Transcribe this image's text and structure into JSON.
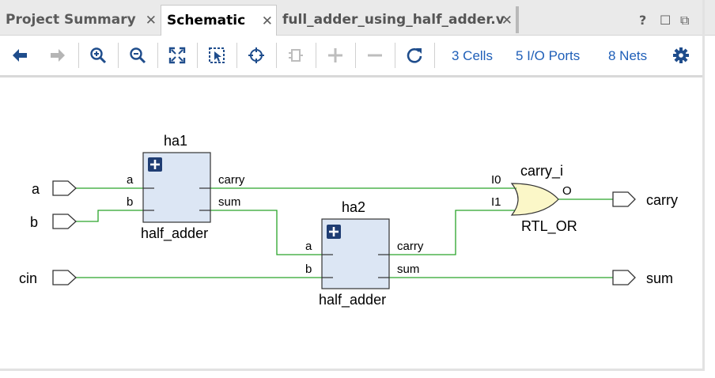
{
  "tabs": [
    {
      "label": "Project Summary",
      "close": "✕",
      "active": false
    },
    {
      "label": "Schematic",
      "close": "✕",
      "active": true
    },
    {
      "label": "full_adder_using_half_adder.v",
      "close": "✕",
      "active": false
    }
  ],
  "window_buttons": {
    "help": "?",
    "maximize": "☐",
    "float": "⧉"
  },
  "toolbar": {
    "icons": [
      "back-arrow-icon",
      "forward-arrow-icon",
      "zoom-in-icon",
      "zoom-out-icon",
      "zoom-fit-icon",
      "select-area-icon",
      "crosshair-icon",
      "collapse-icon",
      "expand-plus-icon",
      "collapse-minus-icon",
      "refresh-icon"
    ],
    "cells_link": "3 Cells",
    "ports_link": "5 I/O Ports",
    "nets_link": "8 Nets",
    "settings_icon": "gear-icon"
  },
  "schematic": {
    "inputs": [
      "a",
      "b",
      "cin"
    ],
    "outputs": [
      "carry",
      "sum"
    ],
    "ha1": {
      "name": "ha1",
      "type": "half_adder",
      "pin_a": "a",
      "pin_b": "b",
      "pin_carry": "carry",
      "pin_sum": "sum",
      "expand": "+"
    },
    "ha2": {
      "name": "ha2",
      "type": "half_adder",
      "pin_a": "a",
      "pin_b": "b",
      "pin_carry": "carry",
      "pin_sum": "sum",
      "expand": "+"
    },
    "or_gate": {
      "name": "carry_i",
      "type": "RTL_OR",
      "pin_i0": "I0",
      "pin_i1": "I1",
      "pin_o": "O"
    },
    "colors": {
      "wire": "#2aa52a",
      "block_fill": "#dce6f4",
      "gate_fill": "#fbf7c8",
      "expand_btn": "#1f3d73",
      "link": "#1f5fb8"
    }
  }
}
